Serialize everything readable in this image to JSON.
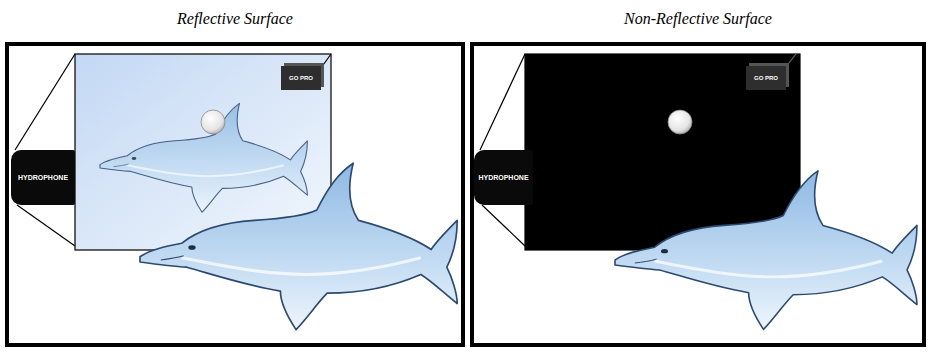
{
  "diagram": {
    "nodes": [
      {
        "text": [
          "Reflective Surface"
        ]
      },
      {
        "text": [
          "HYDROPHONE"
        ],
        "in": 0
      },
      {
        "text": [
          "GO PRO"
        ],
        "in": 0
      },
      {
        "text": [
          "Non-Reflective Surface"
        ]
      },
      {
        "text": [
          "HYDROPHONE"
        ],
        "in": 3
      },
      {
        "text": [
          "GO PRO"
        ],
        "in": 3
      }
    ]
  }
}
